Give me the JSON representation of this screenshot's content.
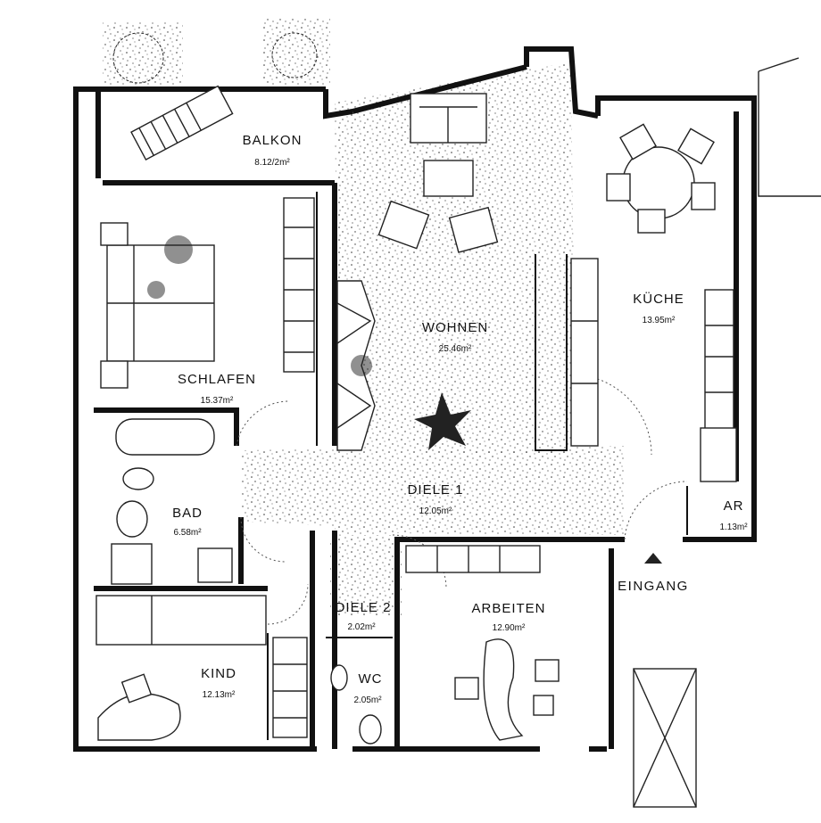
{
  "rooms": [
    {
      "id": "balkon",
      "name": "BALKON",
      "area": "8.12/2m²"
    },
    {
      "id": "schlafen",
      "name": "SCHLAFEN",
      "area": "15.37m²"
    },
    {
      "id": "wohnen",
      "name": "WOHNEN",
      "area": "25.46m²"
    },
    {
      "id": "kueche",
      "name": "KÜCHE",
      "area": "13.95m²"
    },
    {
      "id": "diele1",
      "name": "DIELE 1",
      "area": "12.05m²"
    },
    {
      "id": "bad",
      "name": "BAD",
      "area": "6.58m²"
    },
    {
      "id": "ar",
      "name": "AR",
      "area": "1.13m²"
    },
    {
      "id": "diele2",
      "name": "DIELE 2",
      "area": "2.02m²"
    },
    {
      "id": "arbeiten",
      "name": "ARBEITEN",
      "area": "12.90m²"
    },
    {
      "id": "kind",
      "name": "KIND",
      "area": "12.13m²"
    },
    {
      "id": "wc",
      "name": "WC",
      "area": "2.05m²"
    }
  ],
  "entrance": {
    "label": "EINGANG"
  }
}
